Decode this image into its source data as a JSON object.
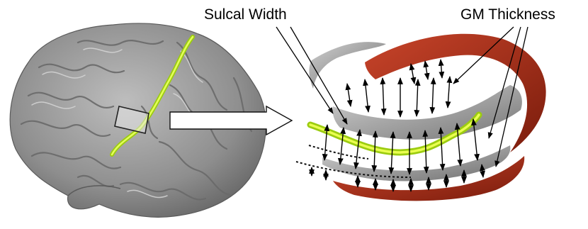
{
  "labels": {
    "sulcal_width": "Sulcal Width",
    "gm_thickness": "GM Thickness"
  },
  "colors": {
    "brain_surface": "#9a9a9a",
    "gyri_highlight": "#c9c9c9",
    "sulcal_curve": "#d8ff3a",
    "sulcal_curve_core": "#9ccc10",
    "gray_matter_red": "#a0301a",
    "white_matter_gray": "#8a8a8a",
    "arrow": "#000000"
  },
  "icons": [
    "brain-surface-render",
    "zoom-pointer-arrow",
    "sulcus-cross-section"
  ]
}
